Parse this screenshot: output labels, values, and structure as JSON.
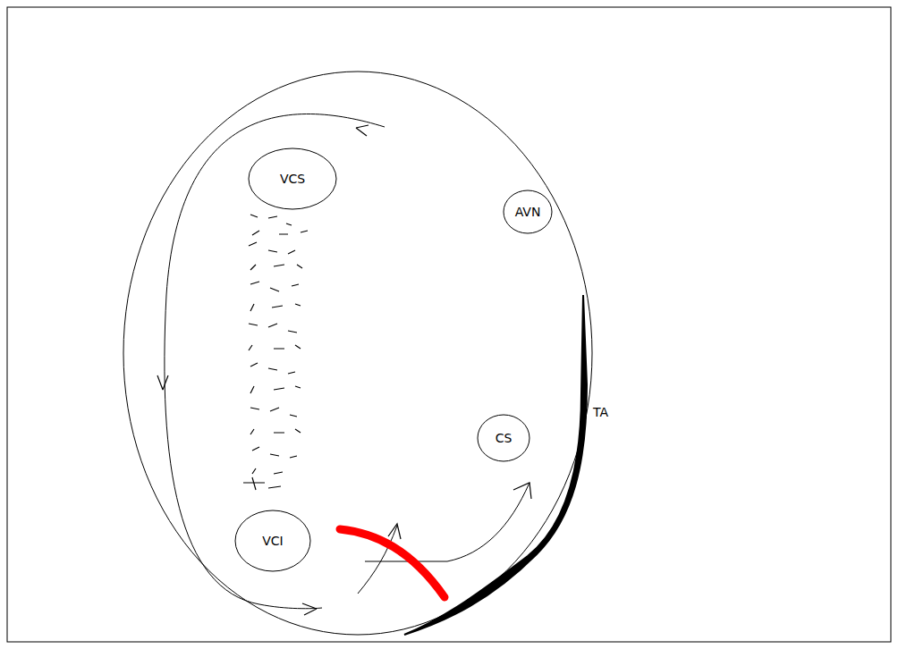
{
  "diagram": {
    "nodes": [
      {
        "text": [
          "VCS"
        ]
      },
      {
        "text": [
          "AVN"
        ]
      },
      {
        "text": [
          "CS"
        ]
      },
      {
        "text": [
          "VCI"
        ]
      }
    ],
    "labels": [
      "TA"
    ]
  }
}
